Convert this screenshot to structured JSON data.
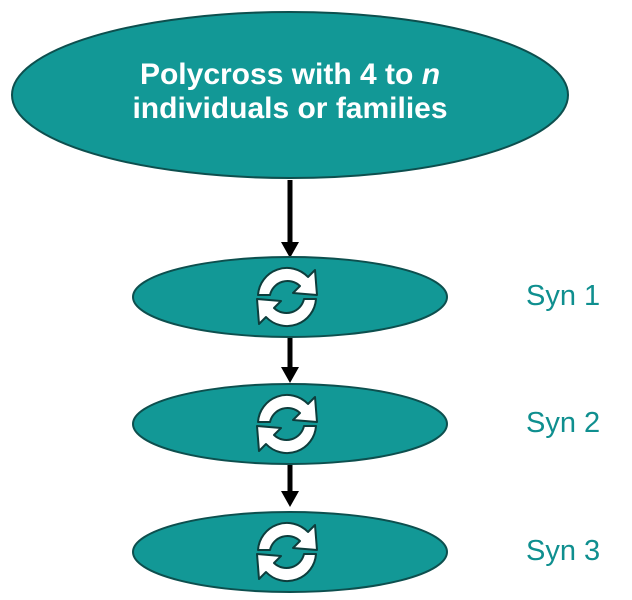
{
  "top_node": {
    "line1_prefix": "Polycross with 4 to ",
    "line1_var": "n",
    "line2": "individuals or families"
  },
  "generations": [
    {
      "label": "Syn 1"
    },
    {
      "label": "Syn 2"
    },
    {
      "label": "Syn 3"
    }
  ],
  "colors": {
    "ellipse_fill": "#129896",
    "ellipse_stroke": "#0d4f4e",
    "label_text": "#0f8f8f",
    "arrow": "#000000",
    "cycle_icon": "#ffffff"
  },
  "icons": {
    "generation_icon": "cycle-arrows-icon"
  }
}
